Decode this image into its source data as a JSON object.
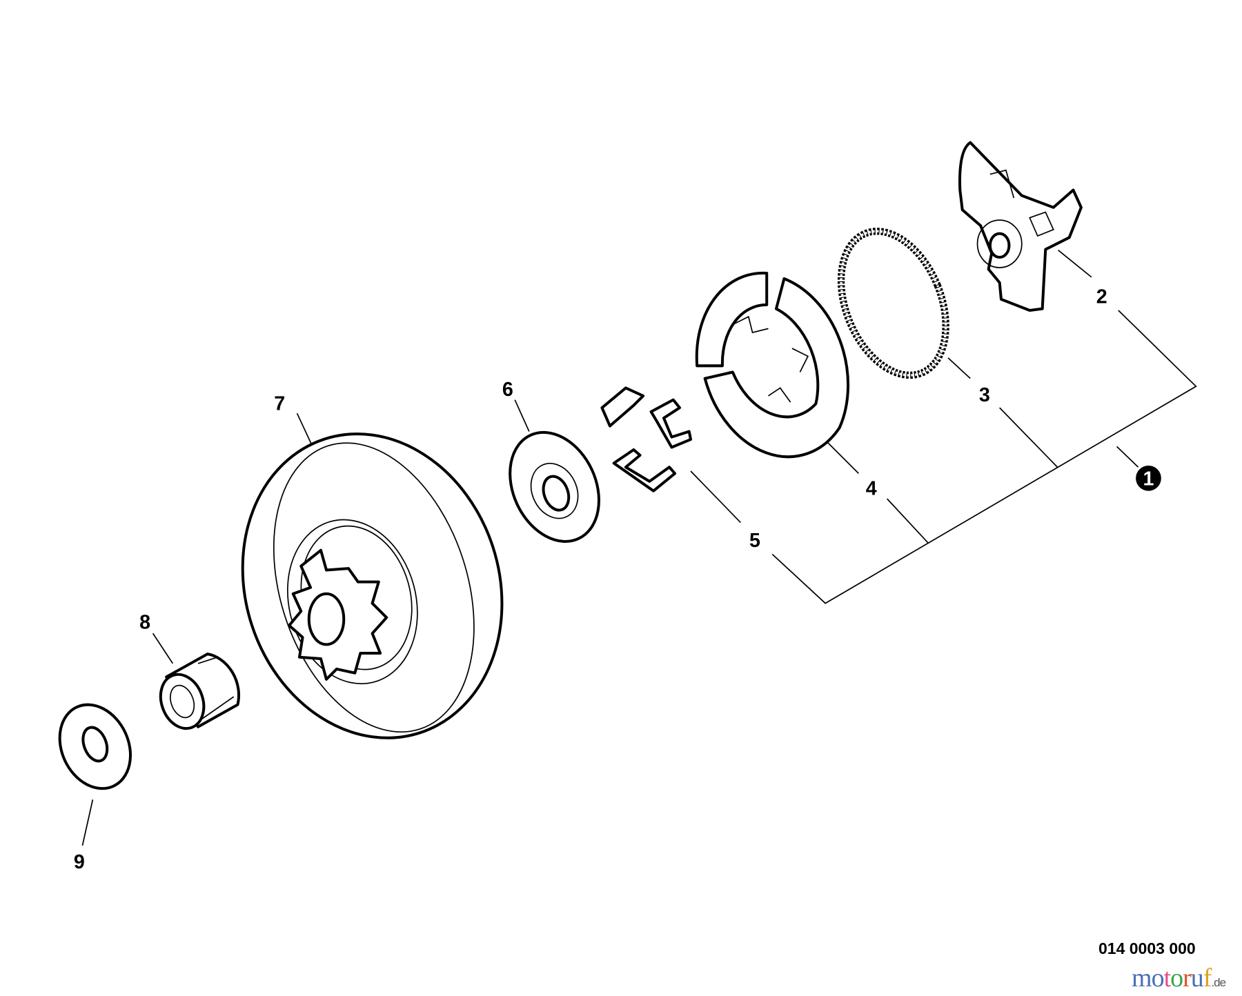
{
  "diagram": {
    "callouts": [
      {
        "id": "1",
        "label": "1",
        "style": "filled-circle"
      },
      {
        "id": "2",
        "label": "2"
      },
      {
        "id": "3",
        "label": "3"
      },
      {
        "id": "4",
        "label": "4"
      },
      {
        "id": "5",
        "label": "5"
      },
      {
        "id": "6",
        "label": "6"
      },
      {
        "id": "7",
        "label": "7"
      },
      {
        "id": "8",
        "label": "8"
      },
      {
        "id": "9",
        "label": "9"
      }
    ],
    "drawing_number": "014 0003 000"
  },
  "watermark": {
    "letters": [
      "m",
      "o",
      "t",
      "o",
      "r",
      "u",
      "f"
    ],
    "colors": [
      "#4a6fb5",
      "#4a6fb5",
      "#e0508a",
      "#3aa64a",
      "#e0502a",
      "#4a6fb5",
      "#e0a020"
    ],
    "suffix": ".de"
  }
}
